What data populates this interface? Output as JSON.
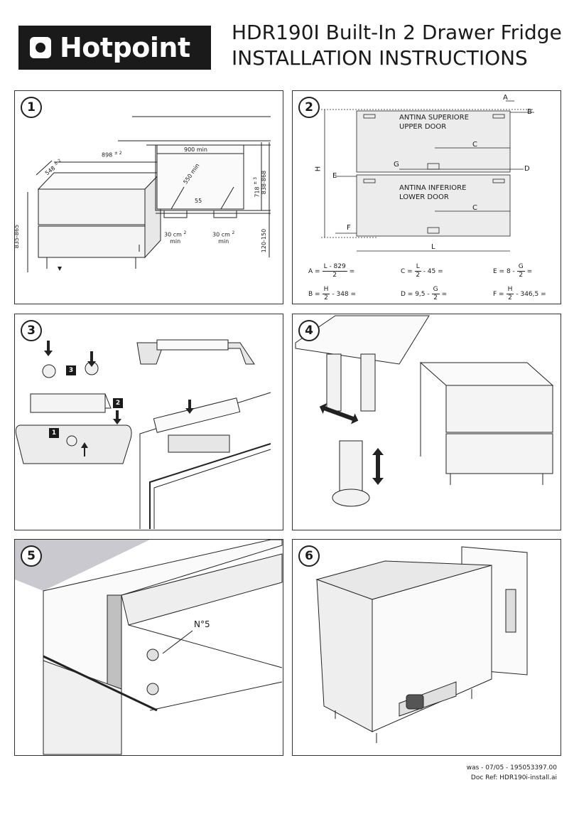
{
  "brand": {
    "name": "Hotpoint"
  },
  "header": {
    "title_line1": "HDR190I  Built-In 2 Drawer Fridge",
    "title_line2": "INSTALLATION INSTRUCTIONS"
  },
  "steps": [
    "1",
    "2",
    "3",
    "4",
    "5",
    "6"
  ],
  "panel1": {
    "dim_depth": "548",
    "dim_depth_tol": "± 2",
    "dim_width": "898",
    "dim_width_tol": "± 2",
    "dim_900": "900 min",
    "dim_550": "550 min",
    "dim_55": "55",
    "dim_718": "718",
    "dim_718_tol": "± 3",
    "dim_838": "838-868",
    "dim_835": "835-865",
    "dim_120": "120-150",
    "vent_left": "30 cm",
    "vent_right": "30 cm",
    "vent_sup": "2",
    "vent_min": "min"
  },
  "panel2": {
    "label_A": "A",
    "label_B": "B",
    "label_C": "C",
    "label_D": "D",
    "label_E": "E",
    "label_F": "F",
    "label_G": "G",
    "label_H": "H",
    "label_L": "L",
    "upper_it": "ANTINA SUPERIORE",
    "upper_en": "UPPER DOOR",
    "lower_it": "ANTINA  INFERIORE",
    "lower_en": "LOWER DOOR",
    "formulas": {
      "A": {
        "lhs": "A =",
        "num": "L - 829",
        "den": "2",
        "rest": "="
      },
      "B": {
        "lhs": "B =",
        "num": "H",
        "den": "2",
        "rest": "- 348 ="
      },
      "C": {
        "lhs": "C =",
        "num": "L",
        "den": "2",
        "rest": "- 45 ="
      },
      "D": {
        "lhs": "D = 9,5 -",
        "num": "G",
        "den": "2",
        "rest": "="
      },
      "E": {
        "lhs": "E = 8 -",
        "num": "G",
        "den": "2",
        "rest": "="
      },
      "F": {
        "lhs": "F =",
        "num": "H",
        "den": "2",
        "rest": "- 346,5 ="
      }
    }
  },
  "panel3": {
    "badge1": "1",
    "badge2": "2",
    "badge3": "3"
  },
  "panel5": {
    "screw_label": "N°5"
  },
  "footer": {
    "line1": "was - 07/05   -   195053397.00",
    "line2": "Doc Ref:  HDR190i-install.ai"
  }
}
